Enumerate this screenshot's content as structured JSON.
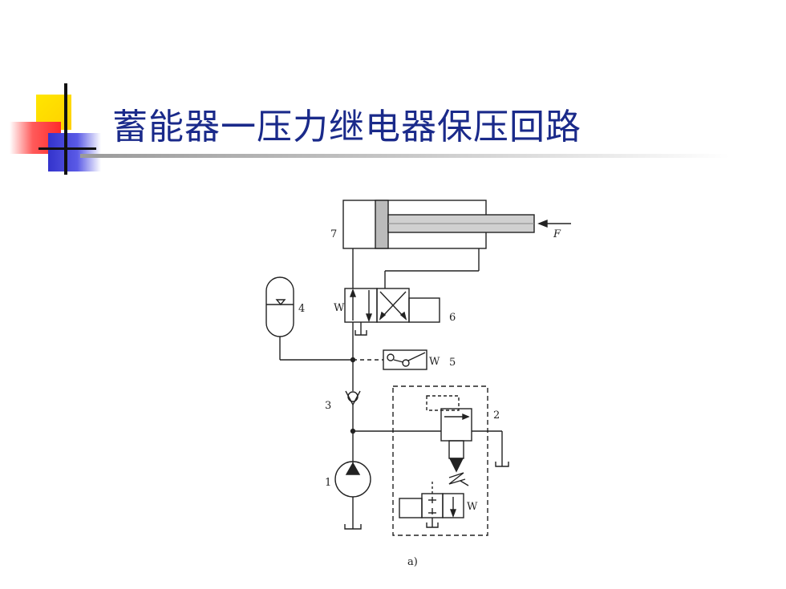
{
  "slide": {
    "title": "蓄能器一压力继电器保压回路"
  },
  "diagram": {
    "component_labels": {
      "pump": "1",
      "relief_valve": "2",
      "check_valve": "3",
      "accumulator": "4",
      "pressure_switch": "5",
      "directional_valve": "6",
      "cylinder": "7"
    },
    "force_label": "F",
    "spring_label_5": "W",
    "spring_label_6": "W",
    "spring_label_2": "W",
    "caption": "a)"
  }
}
